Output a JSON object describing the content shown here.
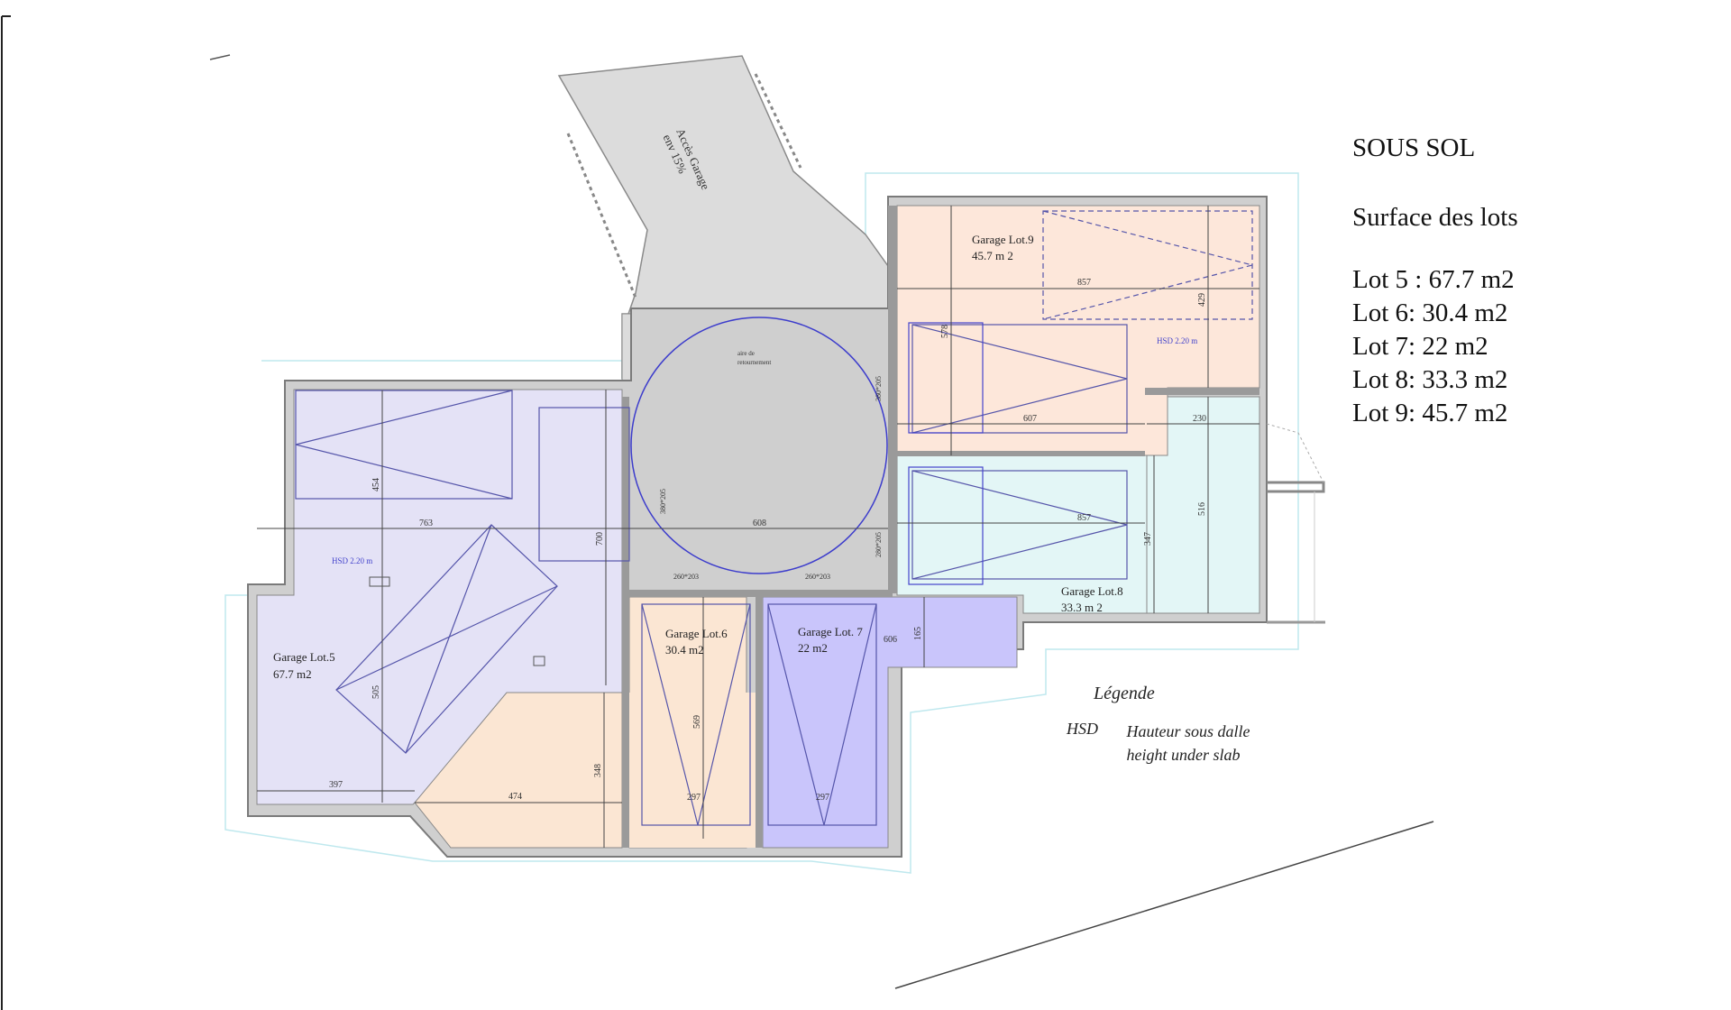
{
  "plan": {
    "title": "SOUS SOL",
    "subtitle": "Surface des lots",
    "lot_list": [
      {
        "label": "Lot 5 : 67.7 m2"
      },
      {
        "label": "Lot 6: 30.4 m2"
      },
      {
        "label": "Lot 7: 22 m2"
      },
      {
        "label": "Lot 8: 33.3 m2"
      },
      {
        "label": "Lot 9: 45.7 m2"
      }
    ],
    "legend": {
      "title": "Légende",
      "abbr": "HSD",
      "definition_fr": "Hauteur sous dalle",
      "definition_en": "height under slab"
    },
    "rooms": {
      "lot5": {
        "name": "Garage Lot.5",
        "area": "67.7 m2",
        "color": "#e4e2f6"
      },
      "lot6": {
        "name": "Garage Lot.6",
        "area": "30.4 m2",
        "color": "#fbe6d3"
      },
      "lot7": {
        "name": "Garage Lot. 7",
        "area": "22 m2",
        "color": "#c9c5fb"
      },
      "lot8": {
        "name": "Garage Lot.8",
        "area": "33.3 m 2",
        "color": "#e3f6f6"
      },
      "lot9": {
        "name": "Garage Lot.9",
        "area": "45.7 m 2",
        "color": "#fde7da"
      }
    },
    "ramp": {
      "label_1": "Accès Garage",
      "label_2": "env 15%"
    },
    "turning_area": {
      "label_1": "aire de",
      "label_2": "retournement"
    },
    "hsd_marks": {
      "left": "HSD 2.20 m",
      "right": "HSD 2.20 m"
    },
    "dimensions": {
      "d857_top": "857",
      "d429": "429",
      "d607": "607",
      "d230": "230",
      "d857_mid": "857",
      "d516": "516",
      "d347": "347",
      "d454": "454",
      "d763": "763",
      "d608": "608",
      "d700": "700",
      "d505": "505",
      "d348": "348",
      "d474": "474",
      "d397": "397",
      "d569": "569",
      "d297_a": "297",
      "d297_b": "297",
      "d606": "606",
      "d165": "165",
      "d578": "578",
      "door_1": "260*203",
      "door_2": "260*203",
      "door_3": "380*205",
      "door_4": "380*205",
      "door_5": "280*205"
    },
    "colors": {
      "wall": "#8a8a8a",
      "grey_zone": "#dcdcdc",
      "circle": "#3c3ccc",
      "dim_line": "#444444",
      "outline_cyan": "#bfe8ee",
      "hsd_text": "#4444cc"
    }
  }
}
